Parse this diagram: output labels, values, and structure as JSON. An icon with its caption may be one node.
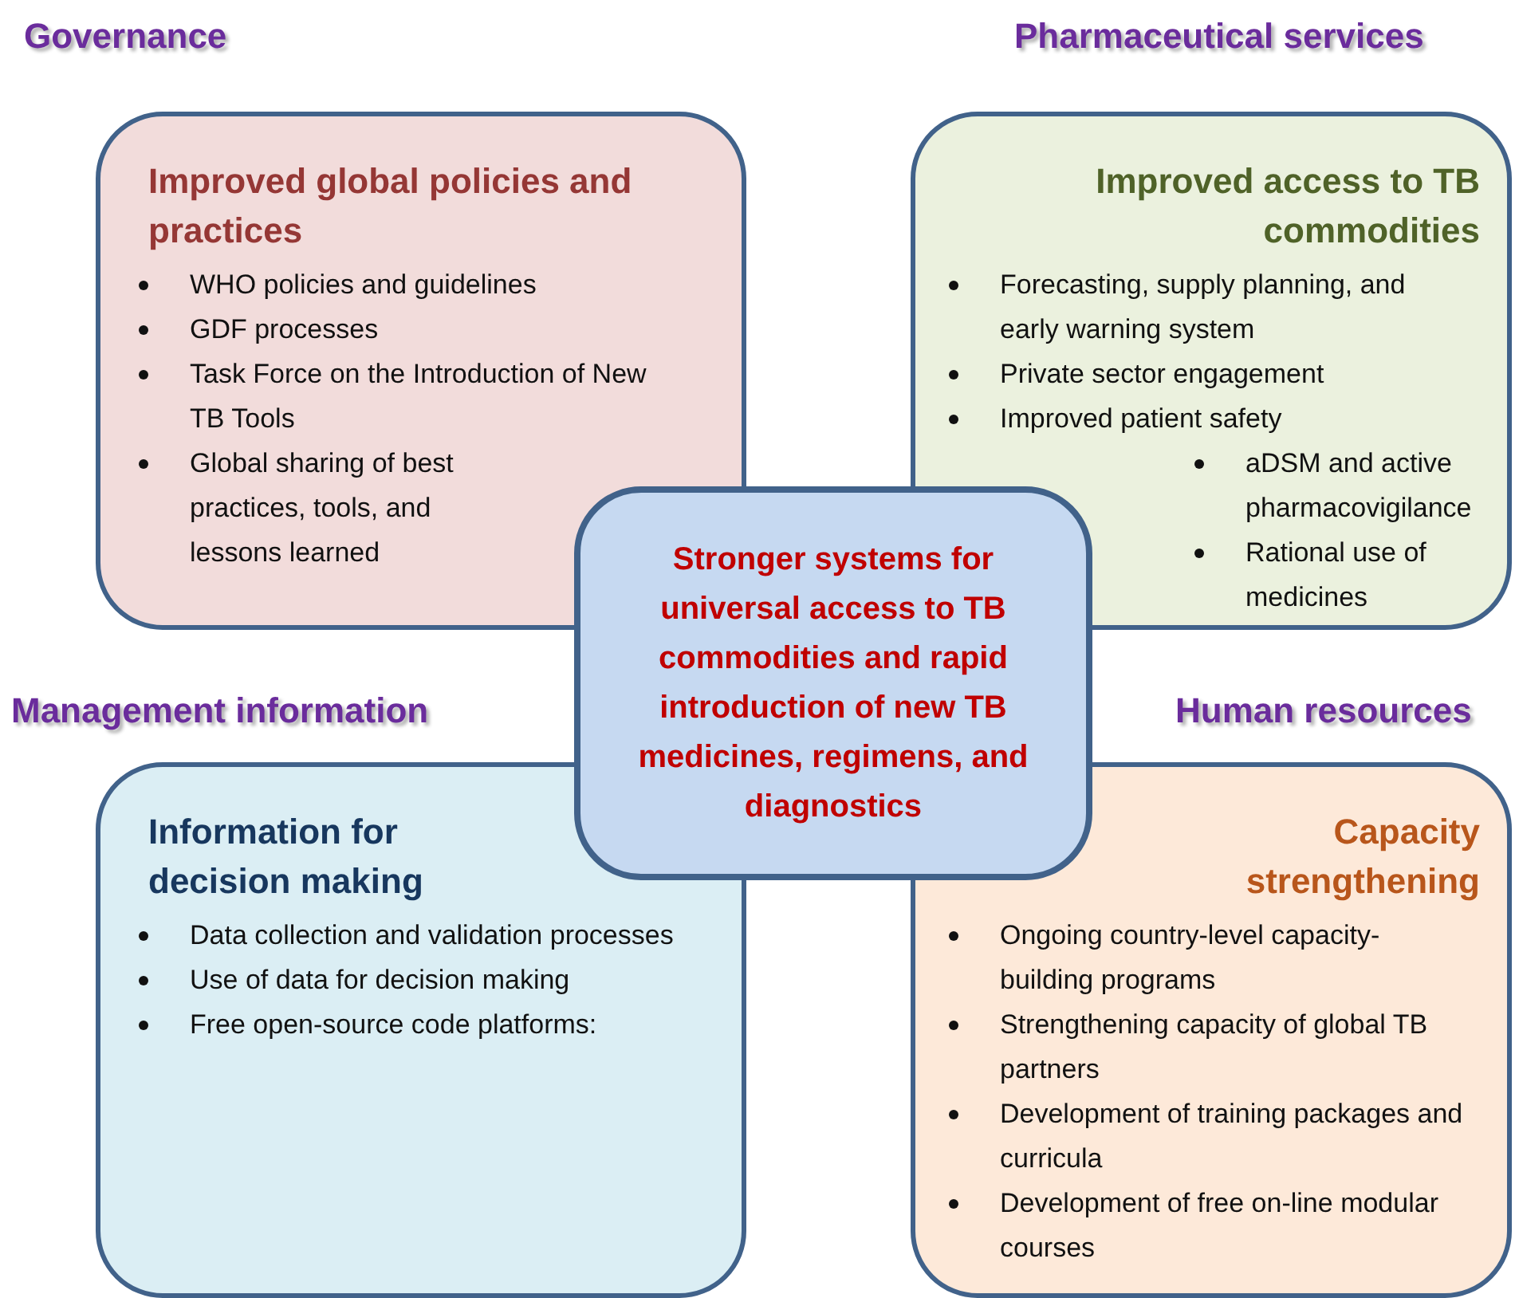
{
  "diagram": {
    "nodes": [
      {
        "text": [
          "Improved global policies and practices",
          "WHO policies and guidelines",
          "GDF processes",
          "Task Force on the Introduction of New TB Tools",
          "Global sharing of best practices, tools, and lessons learned"
        ]
      },
      {
        "text": [
          "Improved access to TB commodities",
          "Forecasting, supply planning, and early warning system",
          "Private sector engagement",
          "Improved patient safety",
          "aDSM and active pharmacovigilance",
          "Rational use of medicines"
        ]
      },
      {
        "text": [
          "Stronger systems for universal access to TB commodities and rapid introduction of new TB medicines, regimens, and diagnostics"
        ]
      },
      {
        "text": [
          "Information for decision making",
          "Data collection and validation processes",
          "Use of data for decision making",
          "Free open-source code platforms:"
        ]
      },
      {
        "text": [
          "Capacity strengthening",
          "Ongoing country-level capacity-building programs",
          "Strengthening capacity of global TB partners",
          "Development of training packages and curricula",
          "Development of free on-line modular courses"
        ]
      }
    ],
    "labels": [
      "Governance",
      "Pharmaceutical services",
      "Management information",
      "Human resources"
    ]
  }
}
